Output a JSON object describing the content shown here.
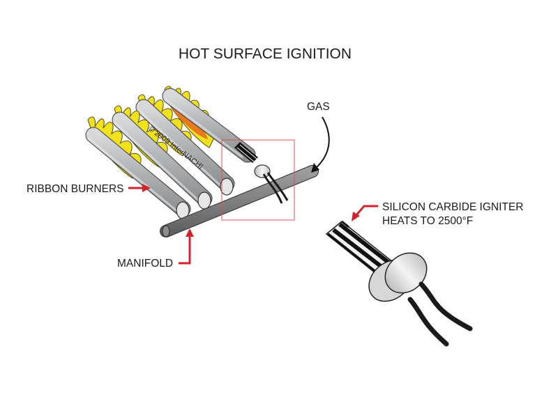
{
  "title": "HOT SURFACE IGNITION",
  "labels": {
    "gas": "GAS",
    "ribbon_burners": "RIBBON BURNERS",
    "manifold": "MANIFOLD",
    "igniter_line1": "SILICON CARBIDE IGNITER",
    "igniter_line2": "HEATS TO 2500°F"
  },
  "watermark": "© 2009 InterNACHI",
  "colors": {
    "pointer_red": "#d1232a",
    "flame_yellow": "#f1e21f",
    "flame_orange": "#e87a1c",
    "burner_gray": "#a9acaf",
    "manifold_gray": "#7d7f81",
    "detail_box": "#e05050"
  }
}
